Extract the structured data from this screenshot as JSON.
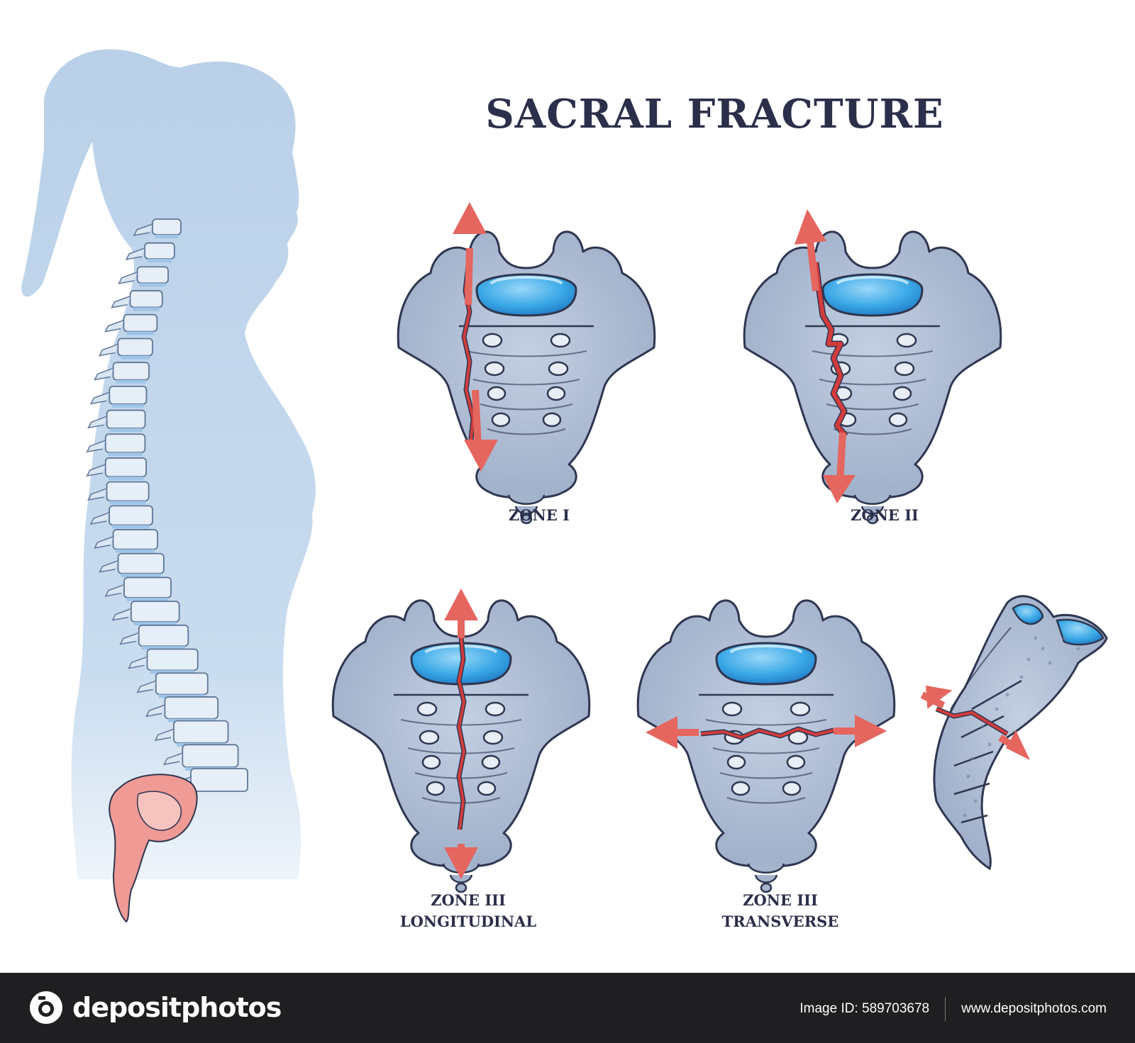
{
  "title": "SACRAL FRACTURE",
  "zones": [
    {
      "line1": "ZONE I",
      "line2": ""
    },
    {
      "line1": "ZONE II",
      "line2": ""
    },
    {
      "line1": "ZONE III",
      "line2": "LONGITUDINAL"
    },
    {
      "line1": "ZONE III",
      "line2": "TRANSVERSE"
    }
  ],
  "footer": {
    "brand": "depositphotos",
    "image_id": "Image ID: 589703678",
    "site": "www.depositphotos.com"
  },
  "colors": {
    "title": "#2c2f4a",
    "bone_fill": "#a4b4cd",
    "bone_stroke": "#2f3650",
    "disc": "#3aa8e6",
    "fracture": "#d23c3c",
    "arrow": "#e4665f",
    "silhouette": "#bed4ea",
    "sacrum_highlight": "#ef9a95",
    "footer_bg": "#1f1f21"
  }
}
